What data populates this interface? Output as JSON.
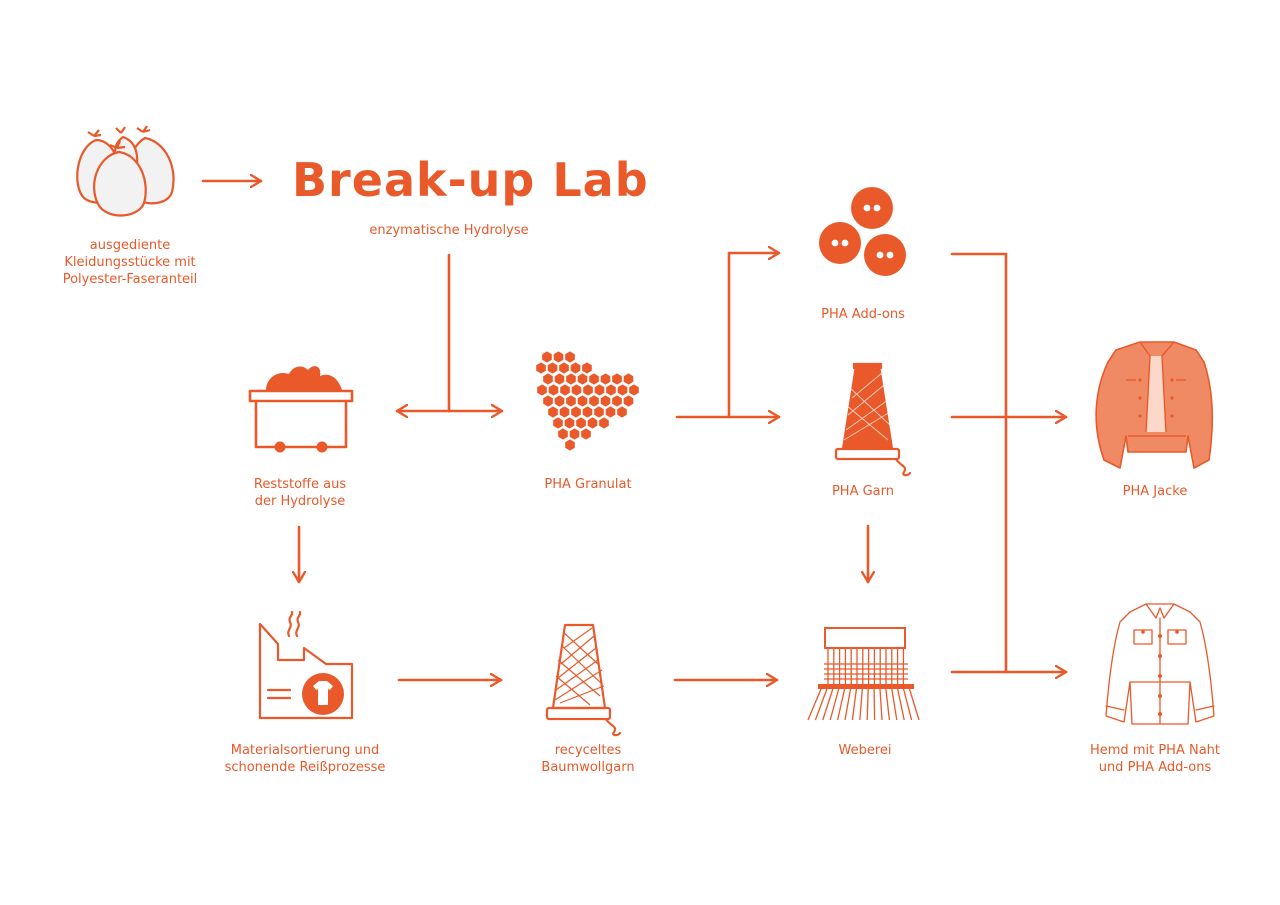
{
  "colors": {
    "accent": "#e9592a",
    "light_fill": "#f2f2f2",
    "pale_orange": "#f08a64",
    "faint_orange": "#fbd8ca"
  },
  "header": {
    "title": "Break-up Lab",
    "subtitle": "enzymatische Hydrolyse"
  },
  "nodes": {
    "input": {
      "icon": "garbage-bags-icon",
      "line1": "ausgediente",
      "line2": "Kleidungsstücke mit",
      "line3": "Polyester-Faseranteil"
    },
    "residue": {
      "icon": "dumpster-icon",
      "line1": "Reststoffe aus",
      "line2": "der Hydrolyse"
    },
    "granulate": {
      "icon": "granulate-icon",
      "label": "PHA  Granulat"
    },
    "addons": {
      "icon": "buttons-icon",
      "label": "PHA  Add-ons"
    },
    "pha_yarn": {
      "icon": "yarn-cone-icon",
      "label": "PHA Garn"
    },
    "jacket": {
      "icon": "jacket-icon",
      "label": "PHA Jacke"
    },
    "factory": {
      "icon": "factory-icon",
      "line1": "Materialsortierung und",
      "line2": "schonende Reißprozesse"
    },
    "cotton_yarn": {
      "icon": "cotton-yarn-cone-icon",
      "line1": "recyceltes",
      "line2": "Baumwollgarn"
    },
    "weaving": {
      "icon": "loom-icon",
      "label": "Weberei"
    },
    "shirt": {
      "icon": "shirt-icon",
      "line1": "Hemd mit PHA Naht",
      "line2": "und PHA Add-ons"
    }
  }
}
